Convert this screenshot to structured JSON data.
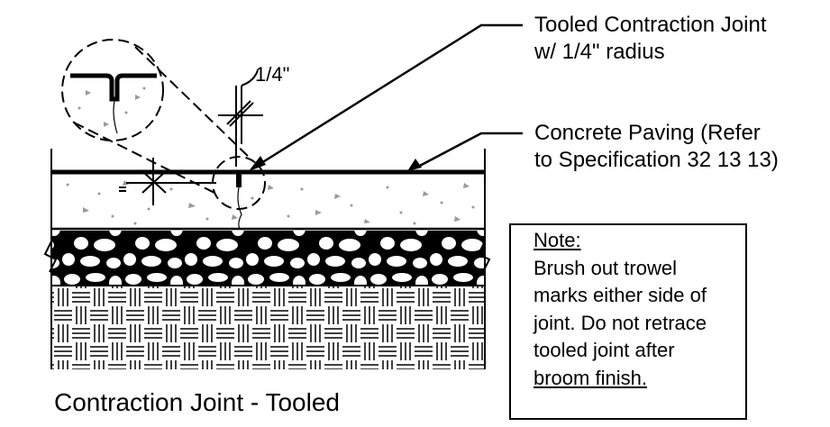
{
  "labels": {
    "tooled_joint_line1": "Tooled Contraction Joint",
    "tooled_joint_line2": "w/ 1/4\" radius",
    "paving_line1": "Concrete Paving (Refer",
    "paving_line2": "to Specification 32 13 13)",
    "dimension": "1/4\"",
    "title": "Contraction Joint - Tooled"
  },
  "note": {
    "heading": "Note:",
    "lines": [
      "Brush out trowel",
      "marks either side of",
      "joint. Do not retrace",
      "tooled joint after",
      "broom finish."
    ]
  },
  "colors": {
    "ink": "#000000",
    "fill": "#bfbfbf",
    "background": "#ffffff"
  }
}
